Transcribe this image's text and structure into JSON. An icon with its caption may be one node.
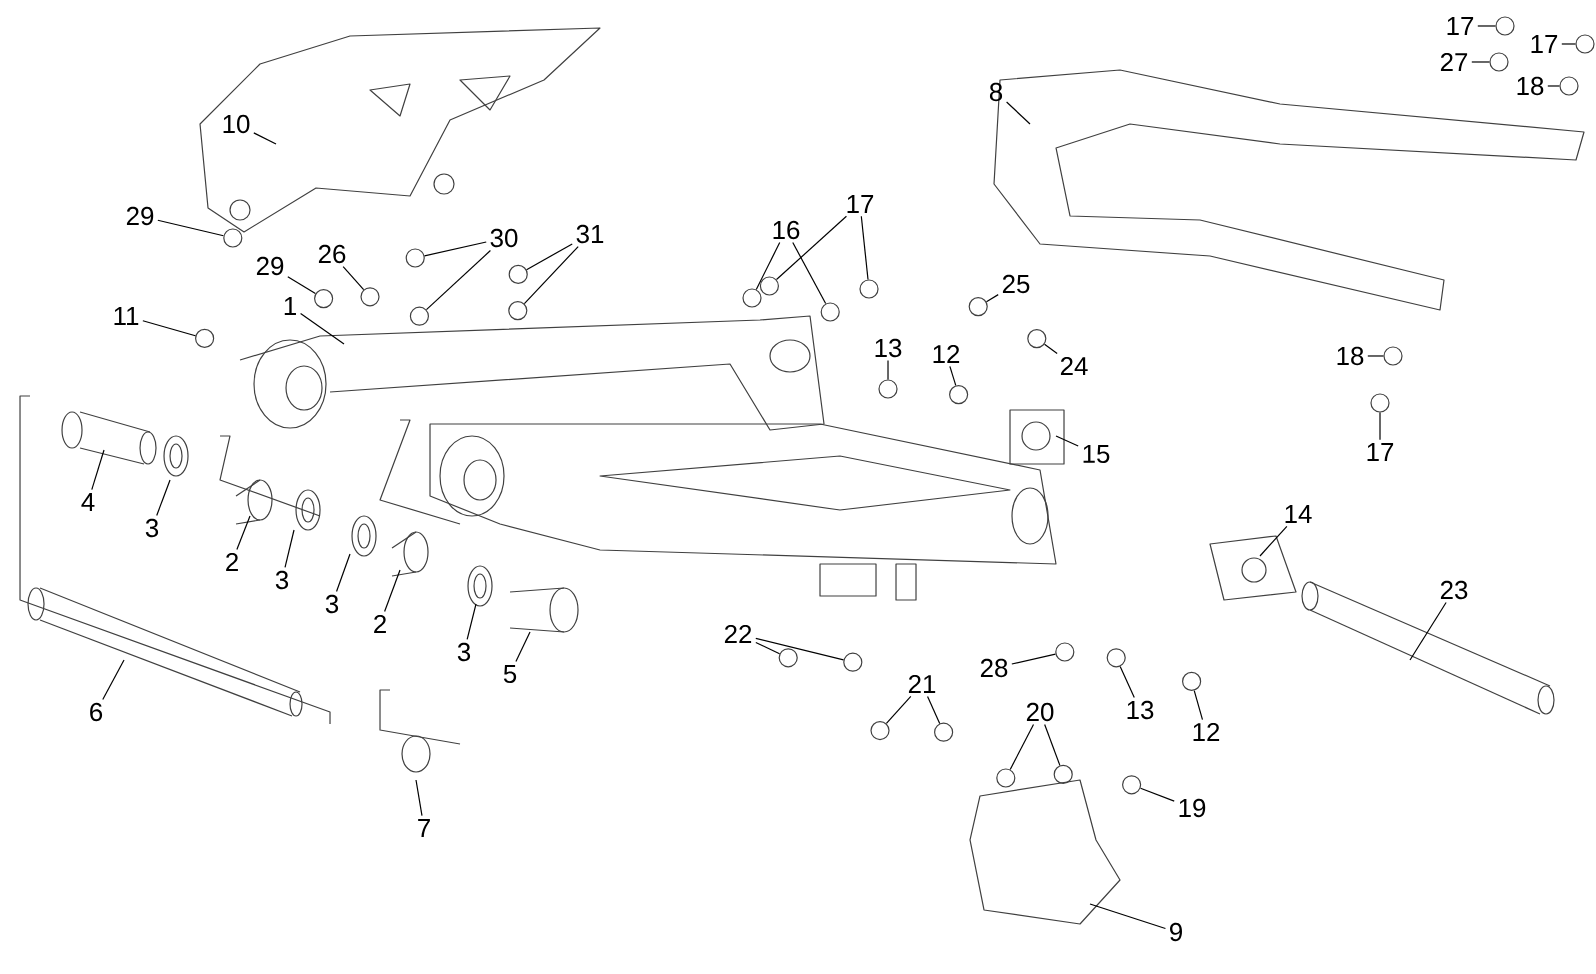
{
  "diagram": {
    "nodes": [
      {
        "text": [
          "10"
        ]
      },
      {
        "text": [
          "29"
        ]
      },
      {
        "text": [
          "26"
        ]
      },
      {
        "text": [
          "29"
        ]
      },
      {
        "text": [
          "30"
        ]
      },
      {
        "text": [
          "31"
        ]
      },
      {
        "text": [
          "11"
        ]
      },
      {
        "text": [
          "1"
        ]
      },
      {
        "text": [
          "16"
        ]
      },
      {
        "text": [
          "17"
        ]
      },
      {
        "text": [
          "8"
        ]
      },
      {
        "text": [
          "17"
        ]
      },
      {
        "text": [
          "27"
        ]
      },
      {
        "text": [
          "17"
        ]
      },
      {
        "text": [
          "18"
        ]
      },
      {
        "text": [
          "25"
        ]
      },
      {
        "text": [
          "24"
        ]
      },
      {
        "text": [
          "13"
        ]
      },
      {
        "text": [
          "12"
        ]
      },
      {
        "text": [
          "15"
        ]
      },
      {
        "text": [
          "18"
        ]
      },
      {
        "text": [
          "17"
        ]
      },
      {
        "text": [
          "4"
        ]
      },
      {
        "text": [
          "3"
        ]
      },
      {
        "text": [
          "2"
        ]
      },
      {
        "text": [
          "3"
        ]
      },
      {
        "text": [
          "3"
        ]
      },
      {
        "text": [
          "2"
        ]
      },
      {
        "text": [
          "3"
        ]
      },
      {
        "text": [
          "5"
        ]
      },
      {
        "text": [
          "6"
        ]
      },
      {
        "text": [
          "7"
        ]
      },
      {
        "text": [
          "14"
        ]
      },
      {
        "text": [
          "23"
        ]
      },
      {
        "text": [
          "22"
        ]
      },
      {
        "text": [
          "28"
        ]
      },
      {
        "text": [
          "13"
        ]
      },
      {
        "text": [
          "12"
        ]
      },
      {
        "text": [
          "21"
        ]
      },
      {
        "text": [
          "20"
        ]
      },
      {
        "text": [
          "19"
        ]
      },
      {
        "text": [
          "9"
        ]
      },
      {
        "text": [],
        "shape": "circle"
      },
      {
        "text": [],
        "shape": "circle"
      },
      {
        "text": [],
        "shape": "circle"
      },
      {
        "text": [],
        "shape": "circle"
      },
      {
        "text": [],
        "shape": "circle"
      },
      {
        "text": [],
        "shape": "circle"
      },
      {
        "text": [],
        "shape": "circle"
      },
      {
        "text": [],
        "shape": "circle"
      },
      {
        "text": [],
        "shape": "circle"
      },
      {
        "text": [],
        "shape": "circle"
      },
      {
        "text": [],
        "shape": "circle"
      },
      {
        "text": [],
        "shape": "circle"
      },
      {
        "text": [],
        "shape": "circle"
      },
      {
        "text": [],
        "shape": "circle"
      },
      {
        "text": [],
        "shape": "circle"
      },
      {
        "text": [],
        "shape": "circle"
      },
      {
        "text": [],
        "shape": "circle"
      },
      {
        "text": [],
        "shape": "circle"
      },
      {
        "text": [],
        "shape": "circle"
      },
      {
        "text": [],
        "shape": "circle"
      },
      {
        "text": [],
        "shape": "circle"
      },
      {
        "text": [],
        "shape": "circle"
      },
      {
        "text": [],
        "shape": "circle"
      },
      {
        "text": [],
        "shape": "circle"
      },
      {
        "text": [],
        "shape": "circle"
      },
      {
        "text": [],
        "shape": "circle"
      },
      {
        "text": [],
        "shape": "circle"
      },
      {
        "text": [],
        "shape": "circle"
      },
      {
        "text": [],
        "shape": "circle"
      },
      {
        "text": [],
        "shape": "circle"
      },
      {
        "text": [],
        "shape": "circle"
      },
      {
        "text": [],
        "shape": "circle"
      }
    ],
    "edges": [
      {
        "from": 0,
        "to": null,
        "arrow": "none"
      },
      {
        "from": 1,
        "to": 42,
        "arrow": "none"
      },
      {
        "from": 2,
        "to": 43,
        "arrow": "none"
      },
      {
        "from": 3,
        "to": 44,
        "arrow": "none"
      },
      {
        "from": 4,
        "to": 45,
        "arrow": "none"
      },
      {
        "from": 4,
        "to": 46,
        "arrow": "none"
      },
      {
        "from": 5,
        "to": 47,
        "arrow": "none"
      },
      {
        "from": 5,
        "to": 48,
        "arrow": "none"
      },
      {
        "from": 6,
        "to": 49,
        "arrow": "none"
      },
      {
        "from": 7,
        "to": null,
        "arrow": "none"
      },
      {
        "from": 8,
        "to": 50,
        "arrow": "none"
      },
      {
        "from": 8,
        "to": 51,
        "arrow": "none"
      },
      {
        "from": 9,
        "to": 52,
        "arrow": "none"
      },
      {
        "from": 9,
        "to": 53,
        "arrow": "none"
      },
      {
        "from": 10,
        "to": null,
        "arrow": "none"
      },
      {
        "from": 11,
        "to": 54,
        "arrow": "none"
      },
      {
        "from": 12,
        "to": 55,
        "arrow": "none"
      },
      {
        "from": 13,
        "to": 56,
        "arrow": "none"
      },
      {
        "from": 14,
        "to": 57,
        "arrow": "none"
      },
      {
        "from": 15,
        "to": 58,
        "arrow": "none"
      },
      {
        "from": 16,
        "to": 59,
        "arrow": "none"
      },
      {
        "from": 17,
        "to": 60,
        "arrow": "none"
      },
      {
        "from": 18,
        "to": 61,
        "arrow": "none"
      },
      {
        "from": 19,
        "to": null,
        "arrow": "none"
      },
      {
        "from": 20,
        "to": 62,
        "arrow": "none"
      },
      {
        "from": 21,
        "to": 63,
        "arrow": "none"
      },
      {
        "from": 22,
        "to": null,
        "arrow": "none"
      },
      {
        "from": 23,
        "to": null,
        "arrow": "none"
      },
      {
        "from": 24,
        "to": null,
        "arrow": "none"
      },
      {
        "from": 25,
        "to": null,
        "arrow": "none"
      },
      {
        "from": 26,
        "to": null,
        "arrow": "none"
      },
      {
        "from": 27,
        "to": null,
        "arrow": "none"
      },
      {
        "from": 28,
        "to": null,
        "arrow": "none"
      },
      {
        "from": 29,
        "to": null,
        "arrow": "none"
      },
      {
        "from": 30,
        "to": null,
        "arrow": "none"
      },
      {
        "from": 31,
        "to": null,
        "arrow": "none"
      },
      {
        "from": 32,
        "to": null,
        "arrow": "none"
      },
      {
        "from": 33,
        "to": null,
        "arrow": "none"
      },
      {
        "from": 34,
        "to": 64,
        "arrow": "none"
      },
      {
        "from": 34,
        "to": 65,
        "arrow": "none"
      },
      {
        "from": 35,
        "to": 66,
        "arrow": "none"
      },
      {
        "from": 36,
        "to": 67,
        "arrow": "none"
      },
      {
        "from": 37,
        "to": 68,
        "arrow": "none"
      },
      {
        "from": 38,
        "to": 69,
        "arrow": "none"
      },
      {
        "from": 38,
        "to": 70,
        "arrow": "none"
      },
      {
        "from": 39,
        "to": 71,
        "arrow": "none"
      },
      {
        "from": 39,
        "to": 72,
        "arrow": "none"
      },
      {
        "from": 40,
        "to": 73,
        "arrow": "none"
      },
      {
        "from": 41,
        "to": null,
        "arrow": "none"
      }
    ]
  }
}
